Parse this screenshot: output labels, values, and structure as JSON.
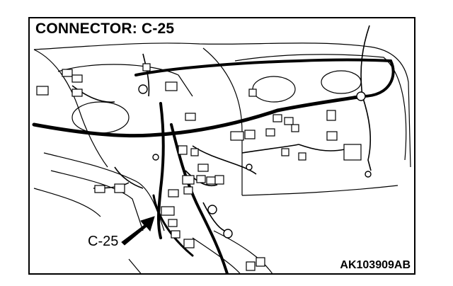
{
  "diagram": {
    "title": "CONNECTOR: C-25",
    "callout_label": "C-25",
    "figure_id": "AK103909AB"
  }
}
